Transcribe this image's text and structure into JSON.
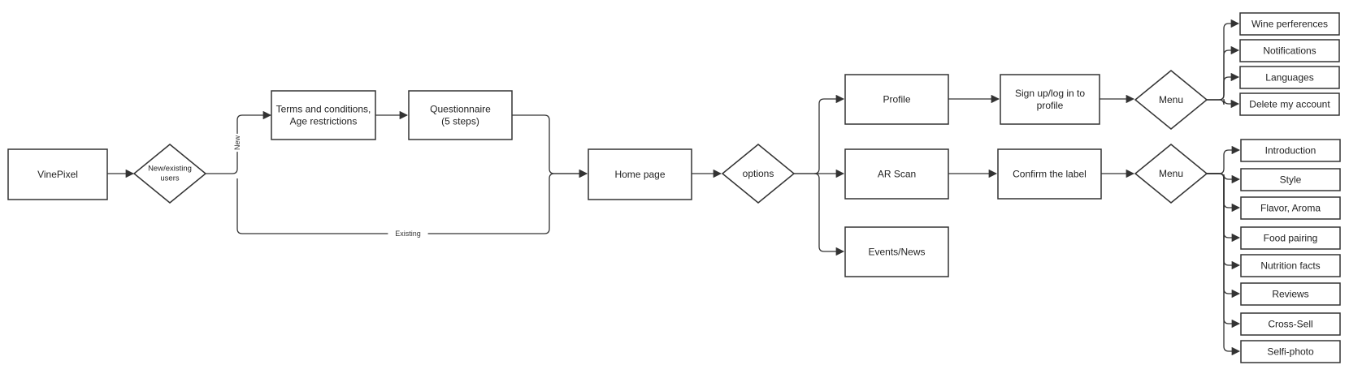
{
  "diagram": {
    "nodes": [
      {
        "id": "vinepixel",
        "label": "VinePixel"
      },
      {
        "id": "users",
        "label": "New/existing\nusers"
      },
      {
        "id": "terms",
        "label": "Terms and conditions,\nAge restrictions"
      },
      {
        "id": "quest",
        "label": "Questionnaire\n(5 steps)"
      },
      {
        "id": "home",
        "label": "Home page"
      },
      {
        "id": "options",
        "label": "options"
      },
      {
        "id": "profile",
        "label": "Profile"
      },
      {
        "id": "arscan",
        "label": "AR Scan"
      },
      {
        "id": "events",
        "label": "Events/News"
      },
      {
        "id": "signup",
        "label": "Sign up/log in to\nprofile"
      },
      {
        "id": "confirm",
        "label": "Confirm the label"
      },
      {
        "id": "menu1",
        "label": "Menu"
      },
      {
        "id": "menu2",
        "label": "Menu"
      },
      {
        "id": "wine",
        "label": "Wine perferences"
      },
      {
        "id": "notif",
        "label": "Notifications"
      },
      {
        "id": "lang",
        "label": "Languages"
      },
      {
        "id": "delete",
        "label": "Delete my account"
      },
      {
        "id": "intro",
        "label": "Introduction"
      },
      {
        "id": "style",
        "label": "Style"
      },
      {
        "id": "flavor",
        "label": "Flavor, Aroma"
      },
      {
        "id": "food",
        "label": "Food pairing"
      },
      {
        "id": "nutri",
        "label": "Nutrition facts"
      },
      {
        "id": "reviews",
        "label": "Reviews"
      },
      {
        "id": "cross",
        "label": "Cross-Sell"
      },
      {
        "id": "selfi",
        "label": "Selfi-photo"
      }
    ],
    "edges": [
      {
        "from": "vinepixel",
        "to": "users"
      },
      {
        "from": "users",
        "to": "terms",
        "label": "New"
      },
      {
        "from": "users",
        "to": "home",
        "label": "Existing"
      },
      {
        "from": "terms",
        "to": "quest"
      },
      {
        "from": "quest",
        "to": "home"
      },
      {
        "from": "home",
        "to": "options"
      },
      {
        "from": "options",
        "to": "profile"
      },
      {
        "from": "options",
        "to": "arscan"
      },
      {
        "from": "options",
        "to": "events"
      },
      {
        "from": "profile",
        "to": "signup"
      },
      {
        "from": "arscan",
        "to": "confirm"
      },
      {
        "from": "signup",
        "to": "menu1"
      },
      {
        "from": "confirm",
        "to": "menu2"
      },
      {
        "from": "menu1",
        "to": "wine"
      },
      {
        "from": "menu1",
        "to": "notif"
      },
      {
        "from": "menu1",
        "to": "lang"
      },
      {
        "from": "menu1",
        "to": "delete"
      },
      {
        "from": "menu2",
        "to": "intro"
      },
      {
        "from": "menu2",
        "to": "style"
      },
      {
        "from": "menu2",
        "to": "flavor"
      },
      {
        "from": "menu2",
        "to": "food"
      },
      {
        "from": "menu2",
        "to": "nutri"
      },
      {
        "from": "menu2",
        "to": "reviews"
      },
      {
        "from": "menu2",
        "to": "cross"
      },
      {
        "from": "menu2",
        "to": "selfi"
      }
    ]
  }
}
